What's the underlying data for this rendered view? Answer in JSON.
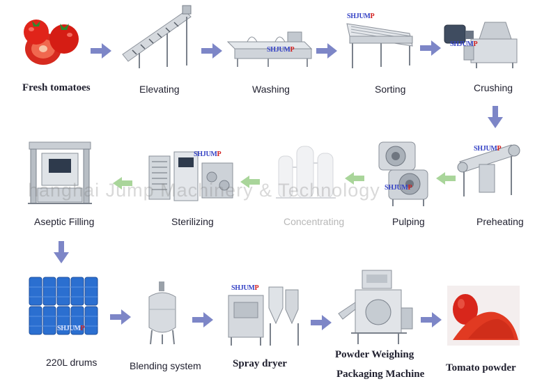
{
  "steps": {
    "fresh_tomatoes": "Fresh tomatoes",
    "elevating": "Elevating",
    "washing": "Washing",
    "sorting": "Sorting",
    "crushing": "Crushing",
    "preheating": "Preheating",
    "pulping": "Pulping",
    "concentrating": "Concentrating",
    "sterilizing": "Sterilizing",
    "aseptic_filling": "Aseptic Filling",
    "drums": "220L drums",
    "blending": "Blending system",
    "spray_dryer": "Spray dryer",
    "powder_weighing_line1": "Powder Weighing",
    "powder_weighing_line2": "Packaging Machine",
    "tomato_powder": "Tomato powder"
  },
  "brand_logo": {
    "text": "SHJUM",
    "accent": "P"
  },
  "watermark": "hanghai Jump Machinery & Technology",
  "colors": {
    "arrow_blue": "#7d86c7",
    "arrow_green": "#a9d59a",
    "steel": "#c9ced4",
    "tomato_red": "#d8261b",
    "drum_blue": "#2b6fd0"
  }
}
